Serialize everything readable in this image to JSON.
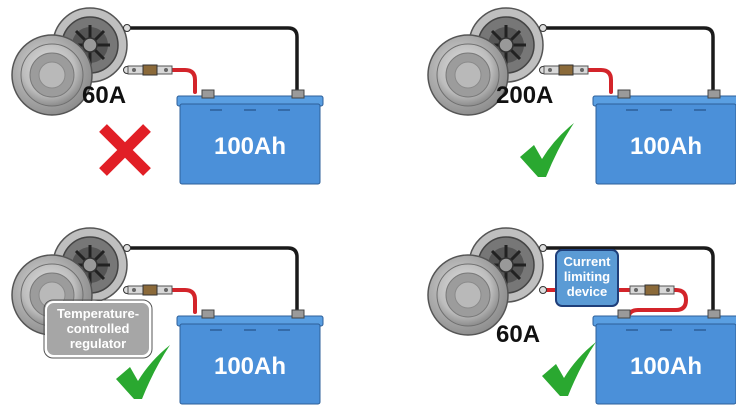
{
  "panels": [
    {
      "alternator_rating": "60A",
      "battery_capacity": "100Ah",
      "verdict": "cross",
      "device_label": []
    },
    {
      "alternator_rating": "200A",
      "battery_capacity": "100Ah",
      "verdict": "check",
      "device_label": []
    },
    {
      "alternator_rating": "",
      "battery_capacity": "100Ah",
      "verdict": "check",
      "device_label": [
        "Temperature-",
        "controlled",
        "regulator"
      ]
    },
    {
      "alternator_rating": "60A",
      "battery_capacity": "100Ah",
      "verdict": "check",
      "device_label": [
        "Current",
        "limiting",
        "device"
      ]
    }
  ],
  "colors": {
    "battery_body": "#4b90d9",
    "battery_top": "#5a9fe2",
    "positive_cable": "#d3242a",
    "negative_cable": "#1a1a1a",
    "check": "#2aa830",
    "cross": "#e11f26",
    "regulator_fill": "#a6a6a6",
    "limiter_fill": "#5b9bd5",
    "limiter_border": "#1f3f7a"
  },
  "icons": {
    "alternator": "alternator-icon",
    "battery": "battery-icon",
    "fuse": "fuse-icon",
    "check": "checkmark-icon",
    "cross": "cross-icon"
  }
}
